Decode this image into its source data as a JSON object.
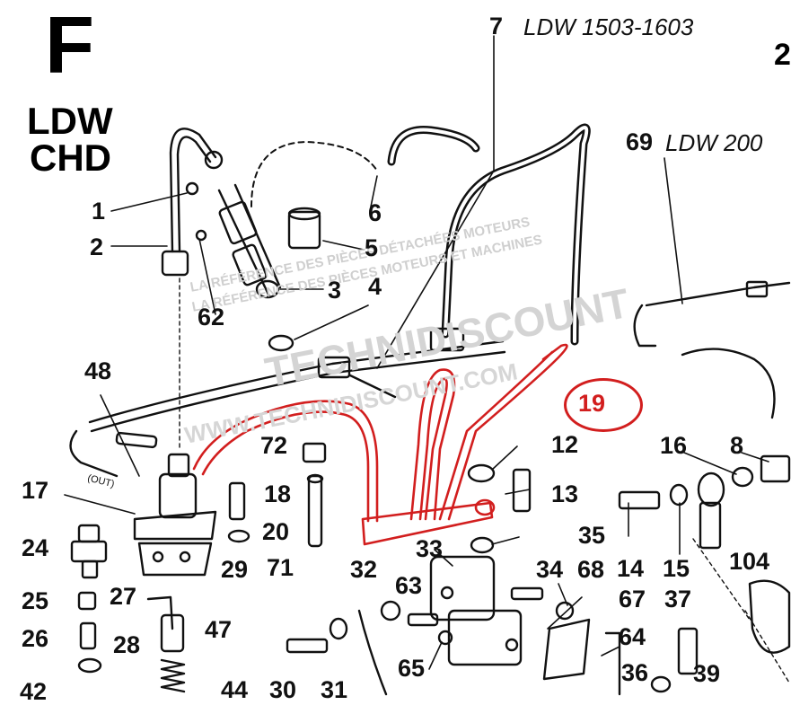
{
  "section": {
    "letter": "F",
    "engine_line1": "LDW",
    "engine_line2": "CHD"
  },
  "models": {
    "top": {
      "number": "7",
      "name": "LDW 1503-1603"
    },
    "right": {
      "number": "69",
      "name": "LDW 200"
    },
    "edge_number": "2"
  },
  "highlight": {
    "number": "19",
    "color": "#d21e1e"
  },
  "watermark": {
    "brand": "TECHNIDISCOUNT",
    "url": "WWW.TECHNIDISCOUNT.COM",
    "slogan": "LA RÉFÉRENCE DES PIÈCES DÉTACHÉES MOTEURS",
    "slogan2": "LA RÉFÉRENCE DES PIÈCES MOTEURS ET MACHINES"
  },
  "parts": {
    "p1": "1",
    "p2": "2",
    "p3": "3",
    "p4": "4",
    "p5": "5",
    "p6": "6",
    "p62": "62",
    "p48": "48",
    "p72": "72",
    "p12": "12",
    "p16": "16",
    "p8": "8",
    "p17": "17",
    "p18": "18",
    "p20": "20",
    "p71": "71",
    "p13": "13",
    "p35": "35",
    "p33": "33",
    "p14": "14",
    "p15": "15",
    "p104": "104",
    "p24": "24",
    "p29": "29",
    "p32": "32",
    "p63": "63",
    "p34": "34",
    "p68": "68",
    "p67": "67",
    "p37": "37",
    "p25": "25",
    "p27": "27",
    "p47": "47",
    "p26": "26",
    "p28": "28",
    "p65": "65",
    "p64": "64",
    "p36": "36",
    "p39": "39",
    "p42": "42",
    "p44": "44",
    "p30": "30",
    "p31": "31"
  },
  "annotations": {
    "out_label": "(OUT)"
  }
}
